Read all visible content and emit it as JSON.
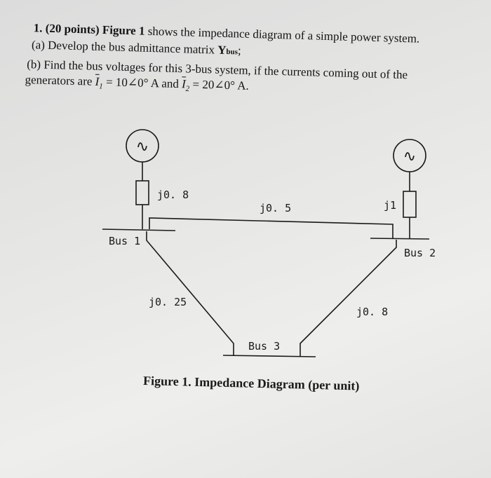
{
  "problem": {
    "number": "1.",
    "points": "(20 points)",
    "figure_ref": "Figure 1",
    "intro_rest": " shows the impedance diagram of a simple power system.",
    "part_a": "(a) Develop the bus admittance matrix ",
    "part_a_symbol": "Y",
    "part_a_sub": "bus",
    "part_a_end": ";",
    "part_b_line1": "(b) Find the bus voltages for this 3-bus system, if the currents coming out of the",
    "part_b_line2_start": "generators are ",
    "current1_symbol": "I",
    "current1_sub": "1",
    "current1_value": " = 10∠0° A and ",
    "current2_symbol": "I",
    "current2_sub": "2",
    "current2_value": " = 20∠0° A."
  },
  "diagram": {
    "generator1_symbol": "∿",
    "generator2_symbol": "∿",
    "impedance_gen1": "j0. 8",
    "impedance_gen2": "j1",
    "impedance_bus1_bus2": "j0. 5",
    "impedance_bus1_bus3": "j0. 25",
    "impedance_bus2_bus3": "j0. 8",
    "bus1_label": "Bus 1",
    "bus2_label": "Bus 2",
    "bus3_label": "Bus 3",
    "caption": "Figure 1. Impedance Diagram (per unit)"
  }
}
